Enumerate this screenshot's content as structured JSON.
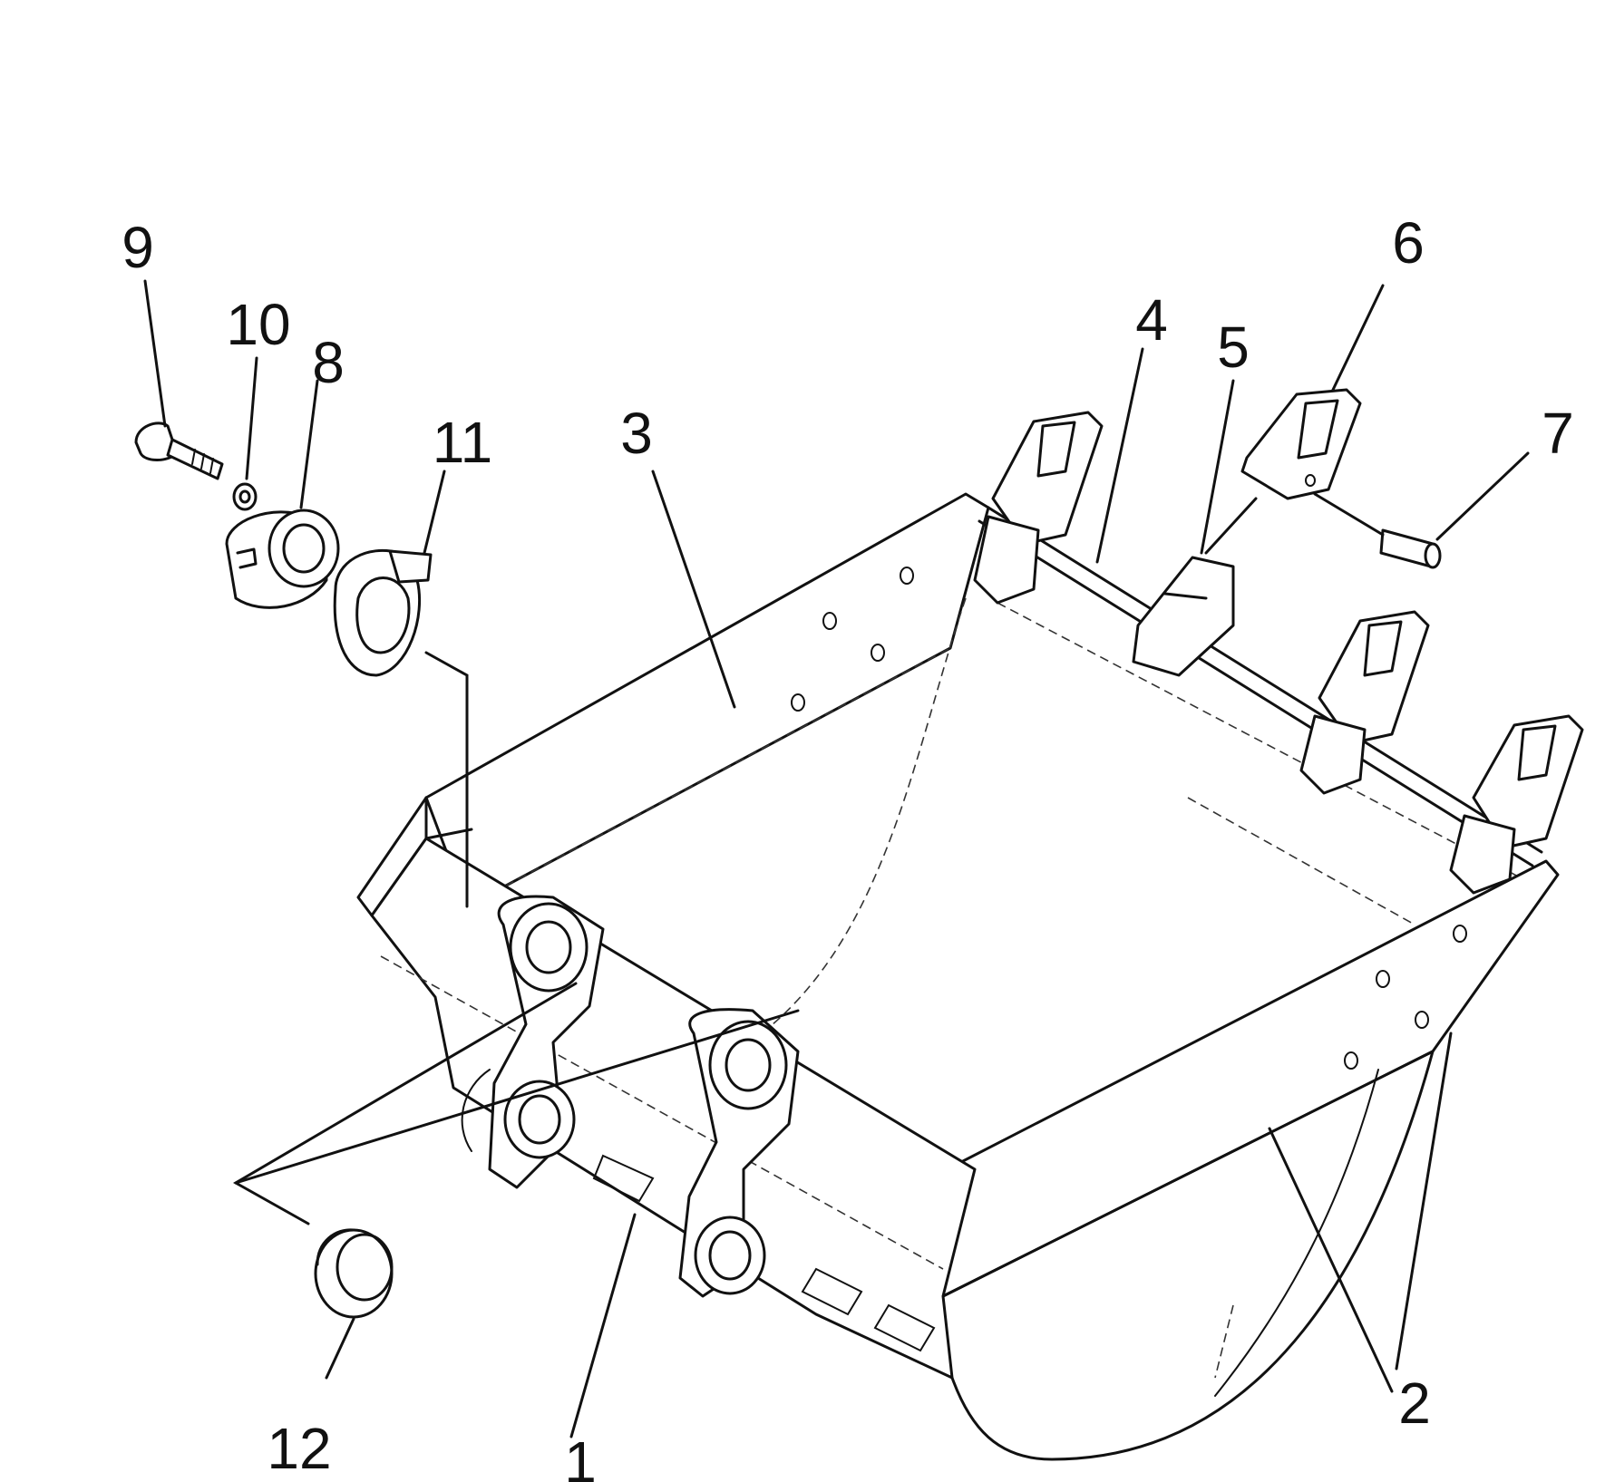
{
  "callouts": [
    {
      "id": "1",
      "text": "1"
    },
    {
      "id": "2",
      "text": "2"
    },
    {
      "id": "3",
      "text": "3"
    },
    {
      "id": "4",
      "text": "4"
    },
    {
      "id": "5",
      "text": "5"
    },
    {
      "id": "6",
      "text": "6"
    },
    {
      "id": "7",
      "text": "7"
    },
    {
      "id": "8",
      "text": "8"
    },
    {
      "id": "9",
      "text": "9"
    },
    {
      "id": "10",
      "text": "10"
    },
    {
      "id": "11",
      "text": "11"
    },
    {
      "id": "12",
      "text": "12"
    }
  ],
  "colors": {
    "ink": "#111111",
    "paper": "#ffffff"
  }
}
